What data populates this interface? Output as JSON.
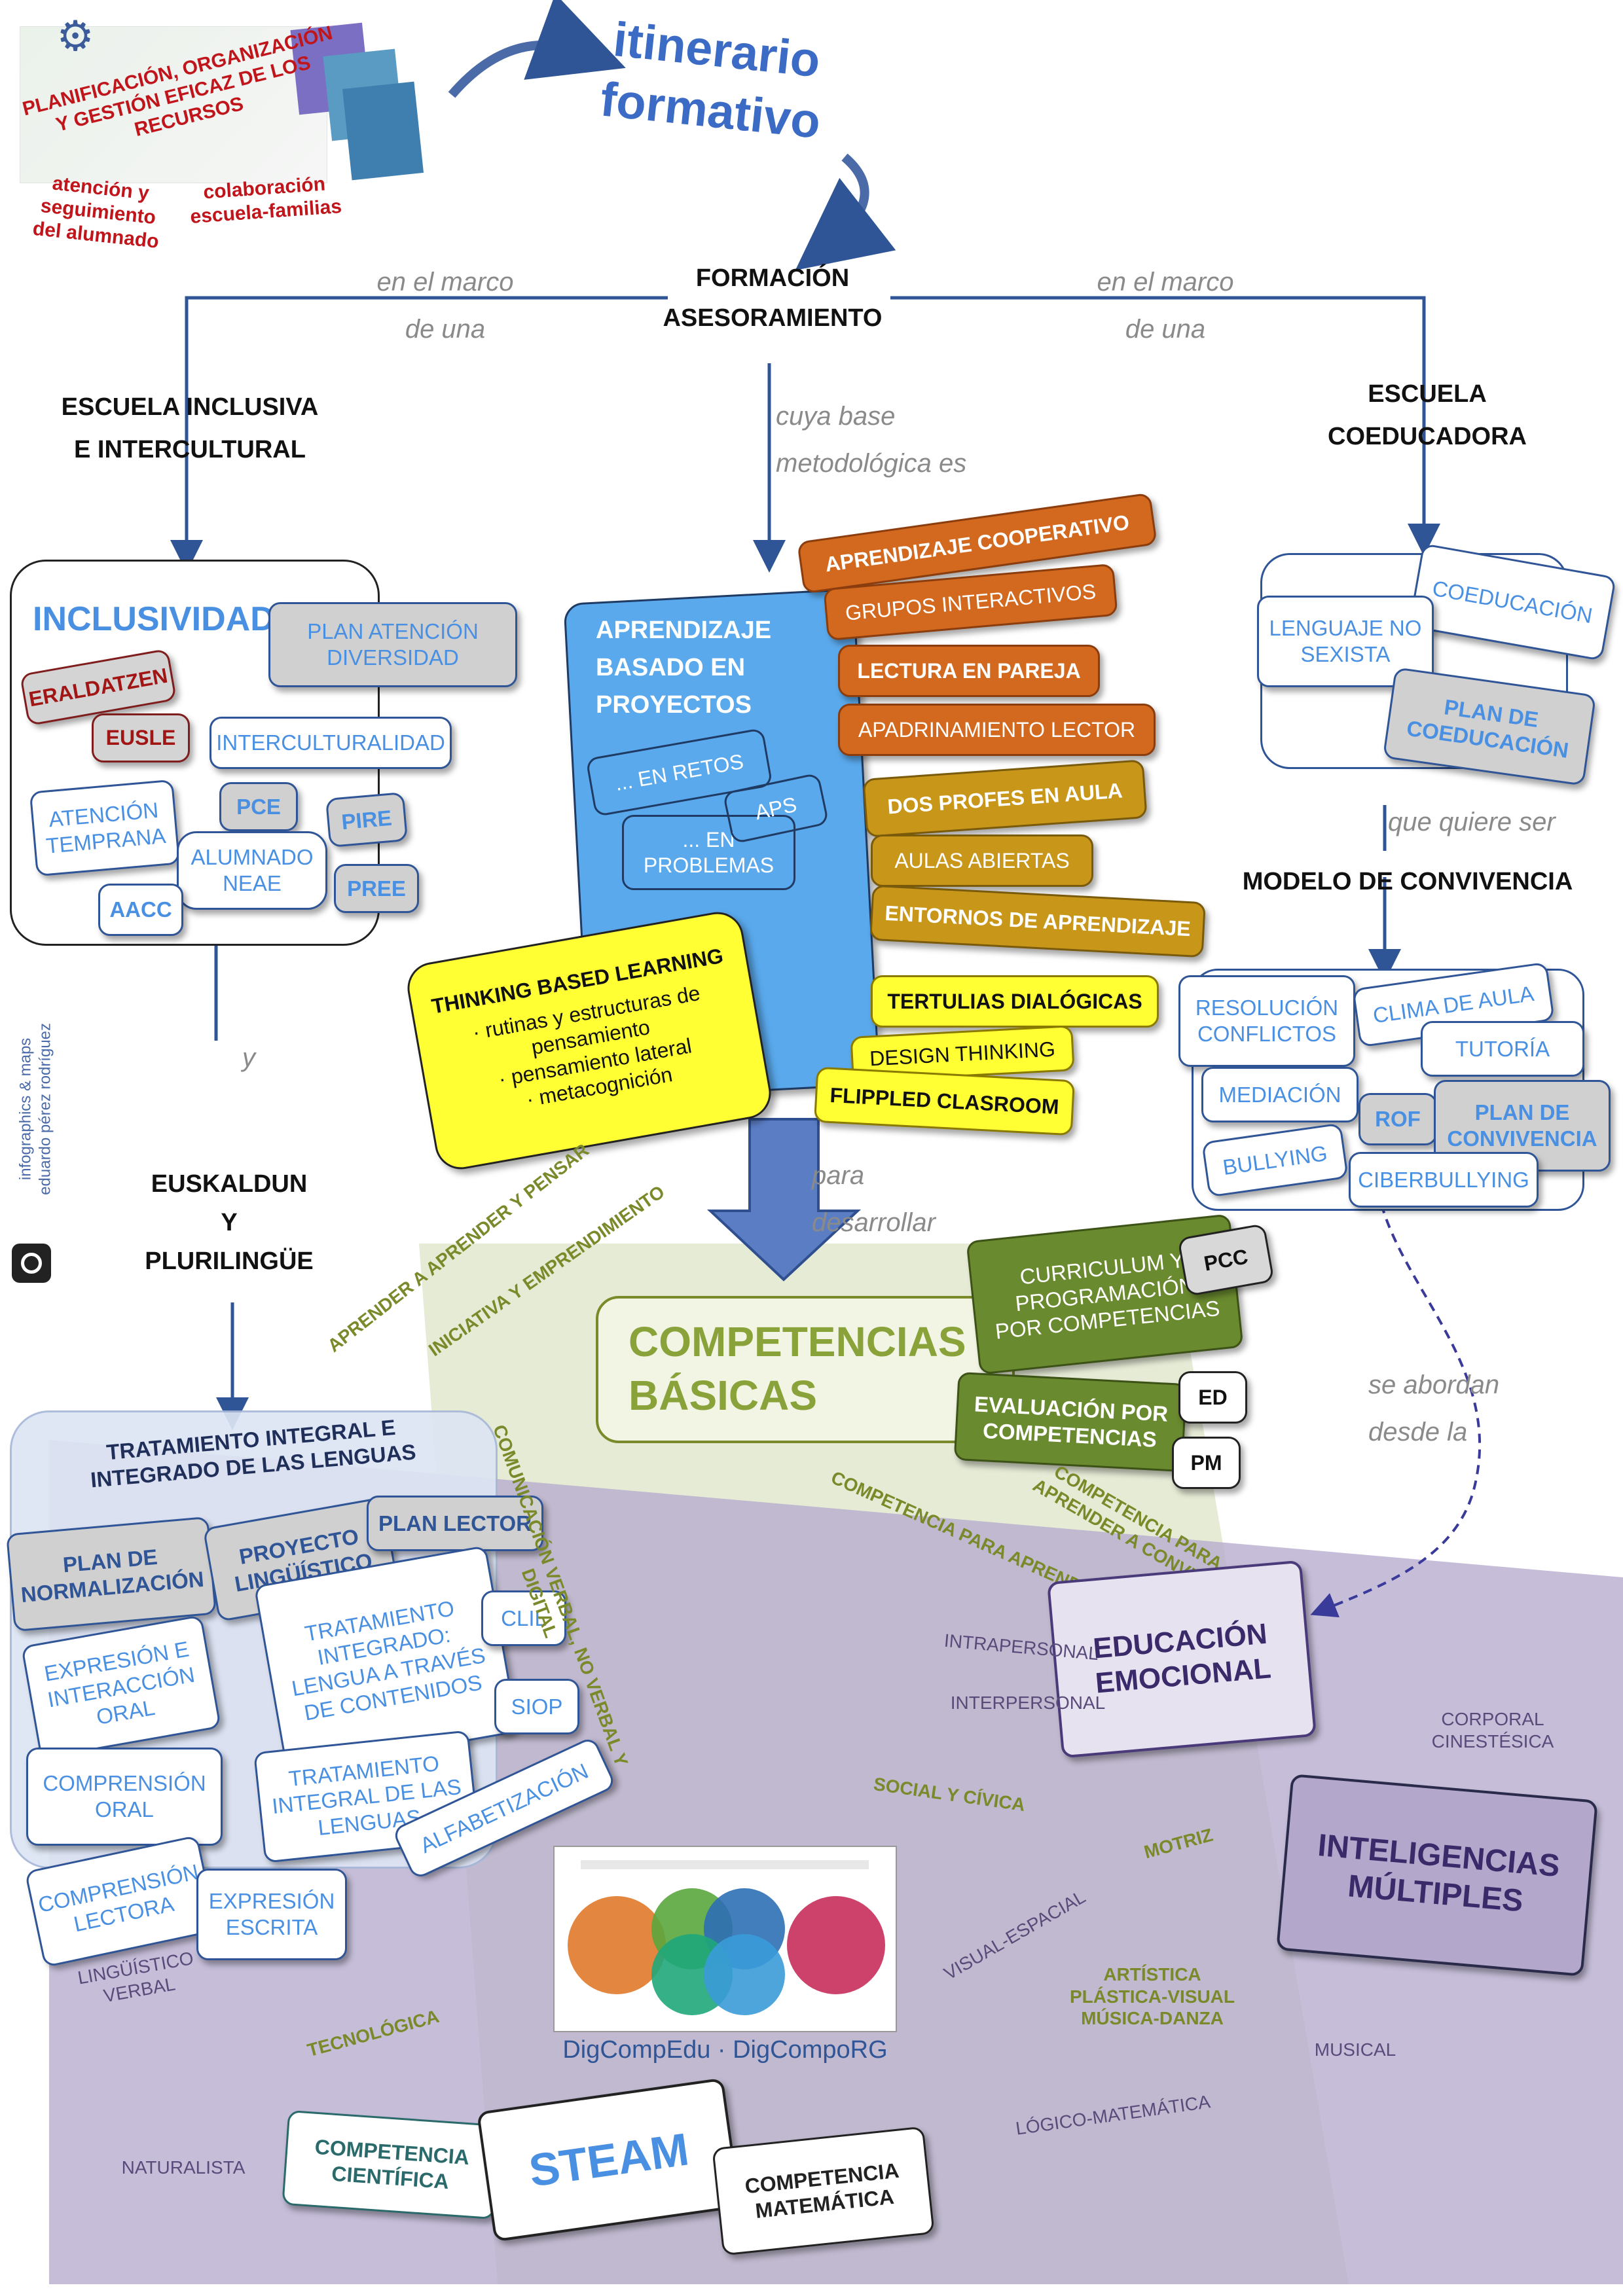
{
  "header": {
    "intro_title": "PLANIFICACIÓN, ORGANIZACIÓN\nY GESTIÓN EFICAZ DE LOS\nRECURSOS",
    "intro_left": "atención y\nseguimiento\ndel alumnado",
    "intro_right": "colaboración\nescuela-familias",
    "itinerary_title": "itinerario\nformativo",
    "center_title": "FORMACIÓN\nASESORAMIENTO",
    "connector_left": "en el marco\nde una",
    "connector_right": "en el marco\nde una",
    "connector_center": "cuya base\nmetodológica es"
  },
  "inclusive": {
    "title": "ESCUELA INCLUSIVA\nE INTERCULTURAL",
    "box_title": "INCLUSIVIDAD",
    "plan_atencion": "PLAN ATENCIÓN\nDIVERSIDAD",
    "eraldatzen": "ERALDATZEN",
    "eusle": "EUSLE",
    "interculturalidad": "INTERCULTURALIDAD",
    "atencion_temprana": "ATENCIÓN\nTEMPRANA",
    "pce": "PCE",
    "pire": "PIRE",
    "alumnado_neae": "ALUMNADO\nNEAE",
    "aacc": "AACC",
    "pree": "PREE",
    "connector_y": "y"
  },
  "methodology": {
    "abp": "APRENDIZAJE\nBASADO EN\nPROYECTOS",
    "retos": "... EN RETOS",
    "problemas": "... EN\nPROBLEMAS",
    "aps": "APS",
    "items": [
      "APRENDIZAJE COOPERATIVO",
      "GRUPOS INTERACTIVOS",
      "LECTURA EN PAREJA",
      "APADRINAMIENTO LECTOR",
      "DOS PROFES EN AULA",
      "AULAS ABIERTAS",
      "ENTORNOS DE APRENDIZAJE",
      "TERTULIAS DIALÓGICAS",
      "DESIGN THINKING",
      "FLIPPLED CLASROOM"
    ],
    "tbl_title": "THINKING BASED LEARNING",
    "tbl_body": "· rutinas y estructuras de\npensamiento\n· pensamiento lateral\n· metacognición",
    "para": "para\ndesarrollar"
  },
  "coeducation": {
    "title": "ESCUELA\nCOEDUCADORA",
    "coeducacion": "COEDUCACIÓN",
    "lenguaje": "LENGUAJE NO\nSEXISTA",
    "plan_coed": "PLAN DE\nCOEDUCACIÓN",
    "quiere_ser": "que quiere ser",
    "modelo": "MODELO DE CONVIVENCIA",
    "resolucion": "RESOLUCIÓN\nCONFLICTOS",
    "clima": "CLIMA DE AULA",
    "tutoria": "TUTORÍA",
    "mediacion": "MEDIACIÓN",
    "rof": "ROF",
    "plan_conv": "PLAN DE\nCONVIVENCIA",
    "bullying": "BULLYING",
    "ciberbullying": "CIBERBULLYING",
    "abordan": "se abordan\ndesde la"
  },
  "languages": {
    "title": "EUSKALDUN\nY\nPLURILINGÜE",
    "til_title": "TRATAMIENTO INTEGRAL E\nINTEGRADO DE LAS LENGUAS",
    "plan_norm": "PLAN DE\nNORMALIZACIÓN",
    "proyecto": "PROYECTO\nLINGÜÍSTICO",
    "plan_lector": "PLAN LECTOR",
    "expr_oral": "EXPRESIÓN E\nINTERACCIÓN\nORAL",
    "trat_integrado": "TRATAMIENTO\nINTEGRADO:\nLENGUA A TRAVÉS\nDE CONTENIDOS",
    "clil": "CLIL",
    "siop": "SIOP",
    "comp_oral": "COMPRENSIÓN\nORAL",
    "trat_integral": "TRATAMIENTO\nINTEGRAL DE LAS\nLENGUAS",
    "alfabetizacion": "ALFABETIZACIÓN",
    "comp_lectora": "COMPRENSIÓN\nLECTORA",
    "expr_escrita": "EXPRESIÓN\nESCRITA"
  },
  "competencias": {
    "title": "COMPETENCIAS\nBÁSICAS",
    "curriculum": "CURRICULUM Y\nPROGRAMACIÓN\nPOR COMPETENCIAS",
    "pcc": "PCC",
    "evaluacion": "EVALUACIÓN POR\nCOMPETENCIAS",
    "ed": "ED",
    "pm": "PM",
    "aprender_pensar": "APRENDER A APRENDER Y PENSAR",
    "iniciativa": "INICIATIVA Y EMPRENDIMIENTO",
    "comunicacion": "COMUNICACIÓN VERBAL, NO VERBAL Y DIGITAL",
    "aprender_ser": "COMPETENCIA PARA APRENDER A SER",
    "convivir": "COMPETENCIA PARA\nAPRENDER A CONVIVIR",
    "social": "SOCIAL Y CÍVICA",
    "motriz": "MOTRIZ",
    "tecnologica": "TECNOLÓGICA",
    "artistica": "ARTÍSTICA\nPLÁSTICA-VISUAL\nMÚSICA-DANZA"
  },
  "intelligences": {
    "educacion_emocional": "EDUCACIÓN\nEMOCIONAL",
    "im_title": "INTELIGENCIAS\nMÚLTIPLES",
    "intrapersonal": "INTRAPERSONAL",
    "interpersonal": "INTERPERSONAL",
    "corporal": "CORPORAL\nCINESTÉSICA",
    "visual": "VISUAL-ESPACIAL",
    "musical": "MUSICAL",
    "logico": "LÓGICO-MATEMÁTICA",
    "linguistico": "LINGÜÍSTICO\nVERBAL",
    "naturalista": "NATURALISTA"
  },
  "steam": {
    "title": "STEAM",
    "cientifica": "COMPETENCIA\nCIENTÍFICA",
    "matematica": "COMPETENCIA\nMATEMÁTICA",
    "digcomp": "DigCompEdu · DigCompoRG"
  },
  "credits": {
    "line1": "infographics & maps",
    "line2": "eduardo pérez rodríguez"
  },
  "colors": {
    "purple_area": "#c5bdd9",
    "green_area": "#e3e9d2",
    "orange": "#d2691e",
    "mustard": "#c8971a",
    "yellow": "#ffff33",
    "blue": "#5aa9ec",
    "olive": "#6a8a2f",
    "navy": "#2f5597"
  },
  "icons": [
    "gear-icon",
    "camera-icon"
  ]
}
